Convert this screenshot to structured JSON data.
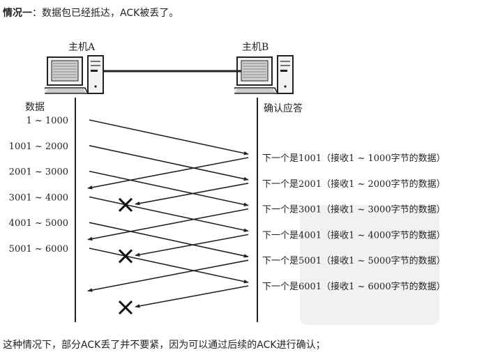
{
  "heading": {
    "case_label": "情况一",
    "separator": "：",
    "description": "数据包已经抵达，ACK被丢了。"
  },
  "hosts": {
    "a_label": "主机A",
    "b_label": "主机B"
  },
  "columns": {
    "left_title": "数据",
    "right_title": "确认应答"
  },
  "segments": [
    "1 ~ 1000",
    "1001 ~ 2000",
    "2001 ~ 3000",
    "3001 ~ 4000",
    "4001 ~ 5000",
    "5001 ~ 6000"
  ],
  "acks": [
    "下一个是1001（接收1 ~ 1000字节的数据）",
    "下一个是2001（接收1 ~ 2000字节的数据）",
    "下一个是3001（接收1 ~ 3000字节的数据）",
    "下一个是4001（接收1 ~ 4000字节的数据）",
    "下一个是5001（接收1 ~ 5000字节的数据）",
    "下一个是6001（接收1 ~ 6000字节的数据）"
  ],
  "lost_acks": [
    1,
    3,
    5
  ],
  "icons": {
    "computer": "computer-icon",
    "lost_marker": "x-mark-icon"
  },
  "footer": {
    "text": "这种情况下，部分ACK丢了并不要紧，因为可以通过后续的ACK进行确认；"
  }
}
